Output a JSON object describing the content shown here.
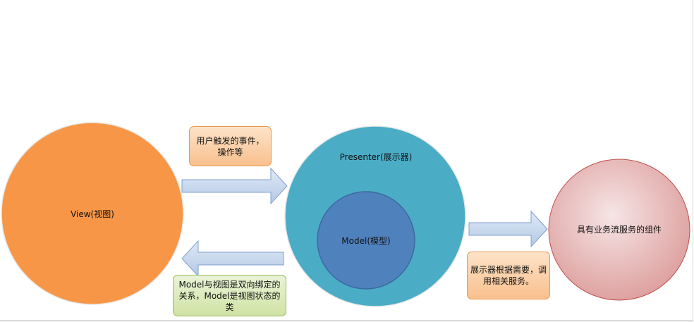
{
  "nodes": {
    "view": "View(视图)",
    "presenter": "Presenter(展示器)",
    "model": "Model(模型)",
    "services": "具有业务流服务的组件"
  },
  "notes": {
    "user_events": "用户触发的事件，操作等",
    "model_binding": "Model与视图是双向绑定的关系，Model是视图状态的类",
    "presenter_calls": "展示器根据需要，调用相关服务。"
  },
  "colors": {
    "view": "#f79646",
    "presenter": "#4bacc6",
    "model": "#4f81bd",
    "services": "#e6b9b8",
    "arrow": "#c6d9f1"
  }
}
